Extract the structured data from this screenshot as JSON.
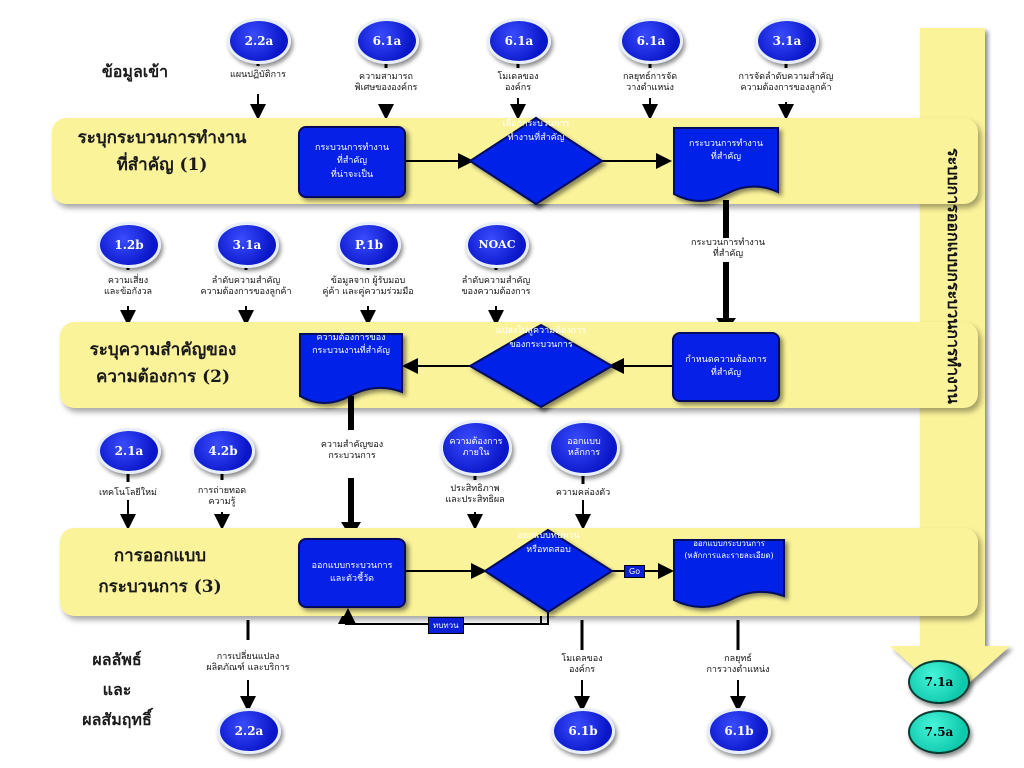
{
  "rows": {
    "input_title": "ข้อมูลเข้า",
    "row1": [
      "ระบุกระบวนการทำงาน",
      "ที่สำคัญ (1)"
    ],
    "row2": [
      "ระบุความสำคัญของ",
      "ความต้องการ  (2)"
    ],
    "row3": [
      "การออกแบบ",
      "กระบวนการ (3)"
    ],
    "output": [
      "ผลลัพธ์",
      "และ",
      "ผลสัมฤทธิ์"
    ]
  },
  "inputs_row1": [
    {
      "ref": "2.2a",
      "label": "แผนปฏิบัติการ"
    },
    {
      "ref": "6.1a",
      "label": "ความสามารถ\nพิเศษขององค์กร"
    },
    {
      "ref": "6.1a",
      "label": "โมเดลของ\nองค์กร"
    },
    {
      "ref": "6.1a",
      "label": "กลยุทธ์การจัด\nวางตำแหน่ง"
    },
    {
      "ref": "3.1a",
      "label": "การจัดลำดับความสำคัญ\nความต้องการของลูกค้า"
    }
  ],
  "inputs_row2": [
    {
      "ref": "1.2b",
      "label": "ความเสี่ยง\nและข้อกังวล"
    },
    {
      "ref": "3.1a",
      "label": "ลำดับความสำคัญ\nความต้องการของลูกค้า"
    },
    {
      "ref": "P.1b",
      "label": "ข้อมูลจาก ผู้รับมอบ\nคู่ค้า และคู่ความร่วมมือ"
    },
    {
      "ref": "NOAC",
      "label": "ลำดับความสำคัญ\nของความต้องการ"
    }
  ],
  "inputs_row3": [
    {
      "ref": "2.1a",
      "label": "เทคโนโลยีใหม่"
    },
    {
      "ref": "4.2b",
      "label": "การถ่ายทอด\nความรู้"
    },
    {
      "ref": "ความต้องการ\nภายใน",
      "label": "ประสิทธิภาพ\nและประสิทธิผล"
    },
    {
      "ref": "ออกแบบ\nหลักการ",
      "label": "ความคล่องตัว"
    }
  ],
  "row1_shapes": {
    "box": "กระบวนการทำงาน\nที่สำคัญ\nที่น่าจะเป็น",
    "diamond": "เลือกกระบวนการ\nทำงานที่สำคัญ",
    "doc": "กระบวนการทำงาน\nที่สำคัญ"
  },
  "between_1_2": "กระบวนการทำงาน\nที่สำคัญ",
  "row2_shapes": {
    "doc": "ความต้องการของ\nกระบวนงานที่สำคัญ",
    "diamond": "แปลงไปสู่ความต้องการ\nของกระบวนการ",
    "box": "กำหนดความต้องการ\nที่สำคัญ"
  },
  "between_2_3": "ความสำคัญของ\nกระบวนการ",
  "row3_shapes": {
    "box": "ออกแบบกระบวนการ\nและตัวชี้วัด",
    "diamond": "ออกแบบทบทวน\nหรือทดสอบ",
    "doc": "ออกแบบกระบวนการ\n(หลักการและรายละเอียด)",
    "go_tag": "Go",
    "review_tag": "ทบทวน"
  },
  "outputs": [
    {
      "ref": "2.2a",
      "label": "การเปลี่ยนแปลง\nผลิตภัณฑ์ และบริการ"
    },
    {
      "ref": "6.1b",
      "label": "โมเดลของ\nองค์กร"
    },
    {
      "ref": "6.1b",
      "label": "กลยุทธ์\nการวางตำแหน่ง"
    }
  ],
  "side_arrow": {
    "text": "ระบบการออกแบบกระบวนการทำงาน",
    "refs": [
      "7.1a",
      "7.5a"
    ]
  },
  "colors": {
    "band": "#fbf39a",
    "node": "#0620e8",
    "teal": "#1fd9bd",
    "arrow": "#fbf39a"
  }
}
